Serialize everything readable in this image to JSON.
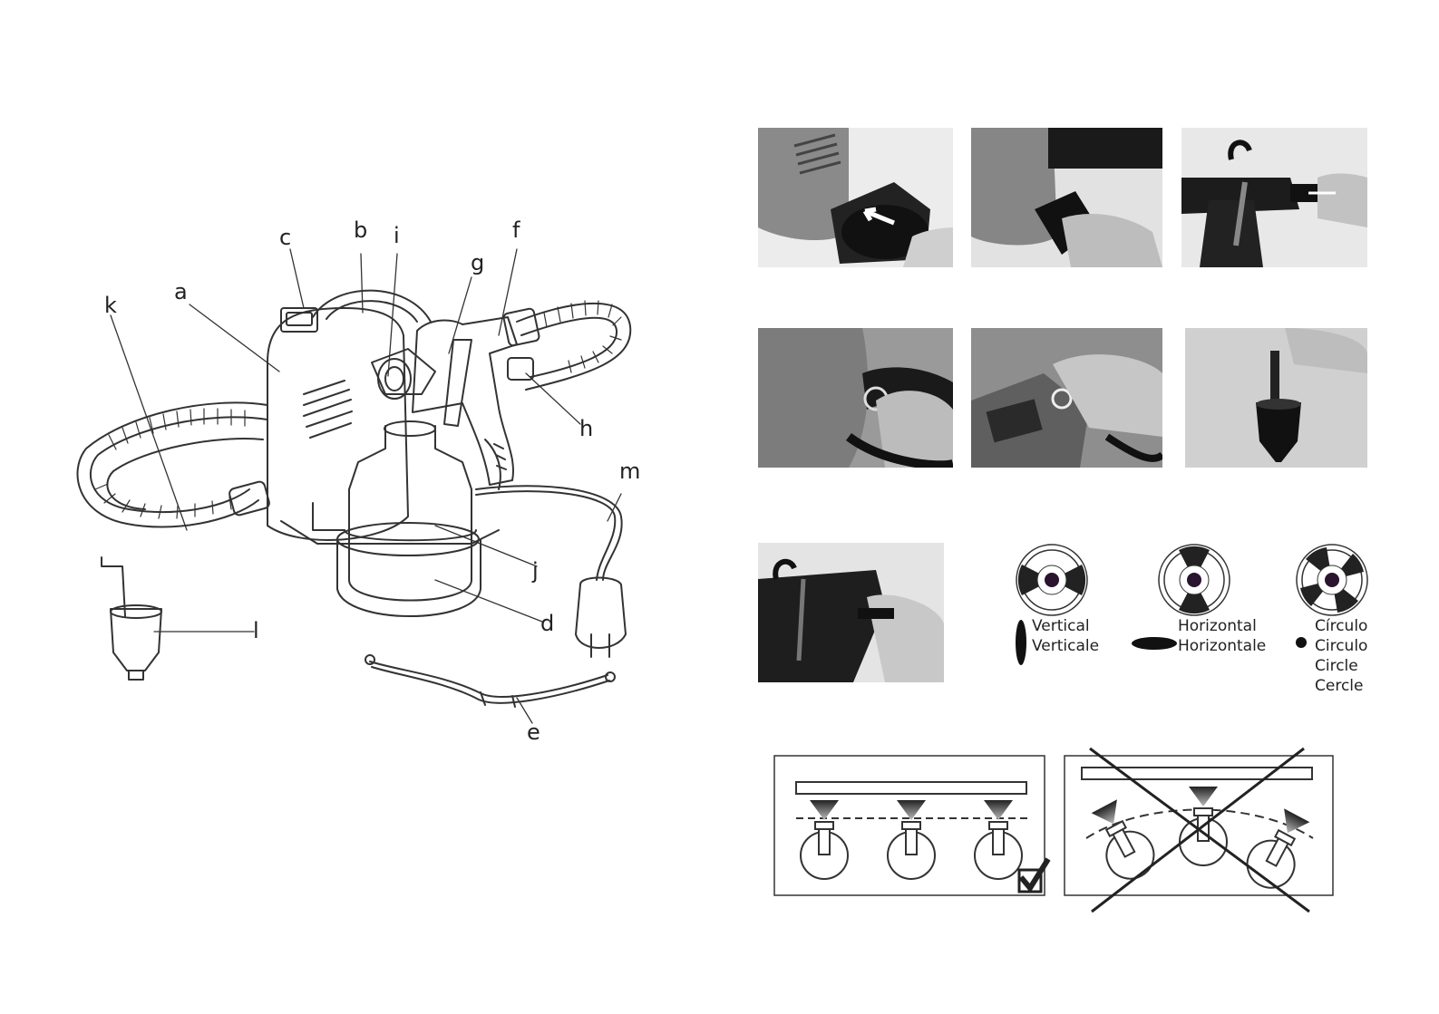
{
  "parts_diagram": {
    "labels": {
      "a": "a",
      "b": "b",
      "c": "c",
      "d": "d",
      "e": "e",
      "f": "f",
      "g": "g",
      "h": "h",
      "i": "i",
      "j": "j",
      "k": "k",
      "l": "l",
      "m": "m"
    }
  },
  "spray_patterns": [
    {
      "name": "vertical",
      "lines": [
        "Vertical",
        "Verticale"
      ]
    },
    {
      "name": "horizontal",
      "lines": [
        "Horizontal",
        "Horizontale"
      ]
    },
    {
      "name": "circle",
      "lines": [
        "Círculo",
        "Circulo",
        "Circle",
        "Cercle"
      ]
    }
  ],
  "colors": {
    "line": "#333333",
    "photo_dark": "#2a2a2a",
    "photo_mid": "#7a7a7a",
    "photo_light": "#d8d8d8"
  }
}
